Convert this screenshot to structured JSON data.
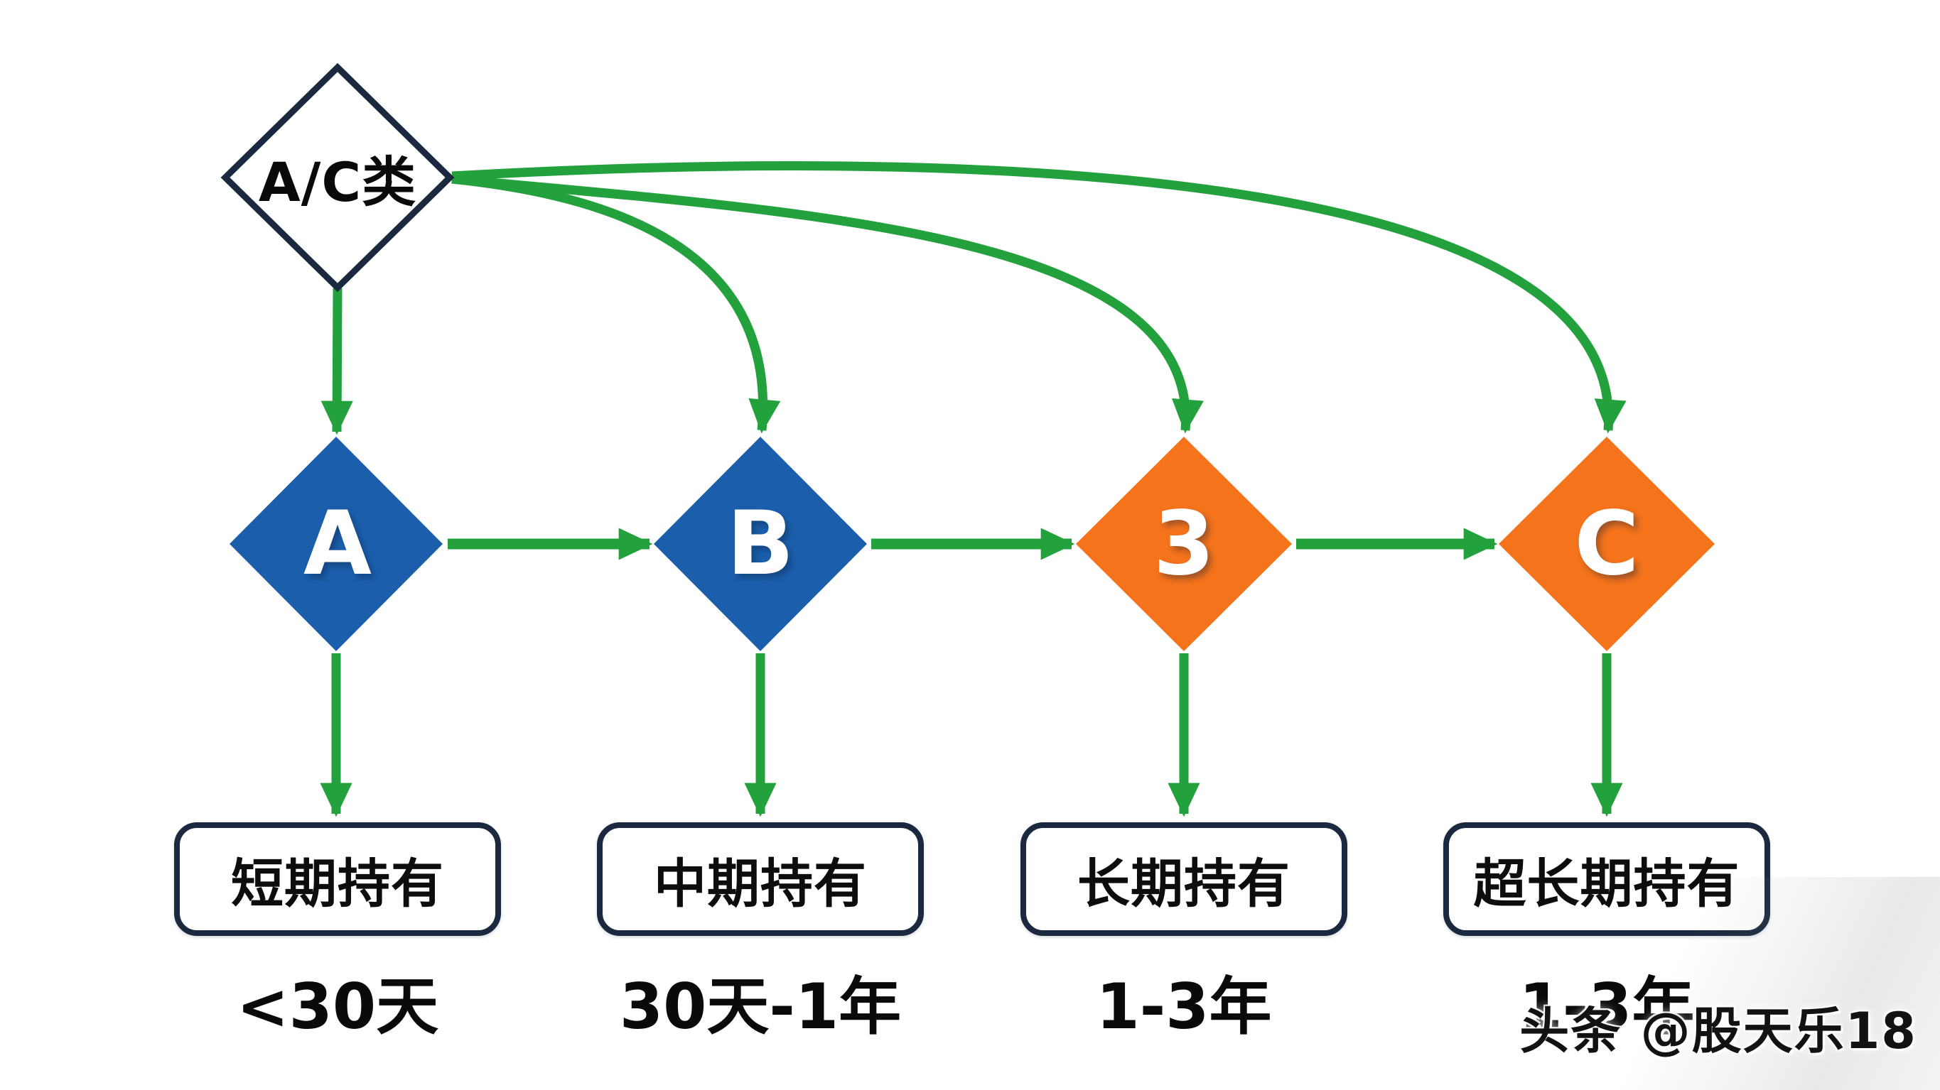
{
  "root": {
    "label": "A/C类"
  },
  "columns": [
    {
      "node_label": "A",
      "node_color": "#1b5fac",
      "box_label": "短期持有",
      "duration": "<30天"
    },
    {
      "node_label": "B",
      "node_color": "#1b5fac",
      "box_label": "中期持有",
      "duration": "30天-1年"
    },
    {
      "node_label": "3",
      "node_color": "#f4731b",
      "box_label": "长期持有",
      "duration": "1-3年"
    },
    {
      "node_label": "C",
      "node_color": "#f4731b",
      "box_label": "超长期持有",
      "duration": "1-3年"
    }
  ],
  "colors": {
    "arrow": "#23a13c",
    "blue_node": "#1b5fac",
    "orange_node": "#f4731b",
    "outline": "#1b2940",
    "root_fill": "#ffffff",
    "node_text": "#ffffff",
    "text_dark": "#0d0d0d",
    "background": "#ffffff"
  },
  "watermark": {
    "text": "头条 @股天乐18"
  }
}
